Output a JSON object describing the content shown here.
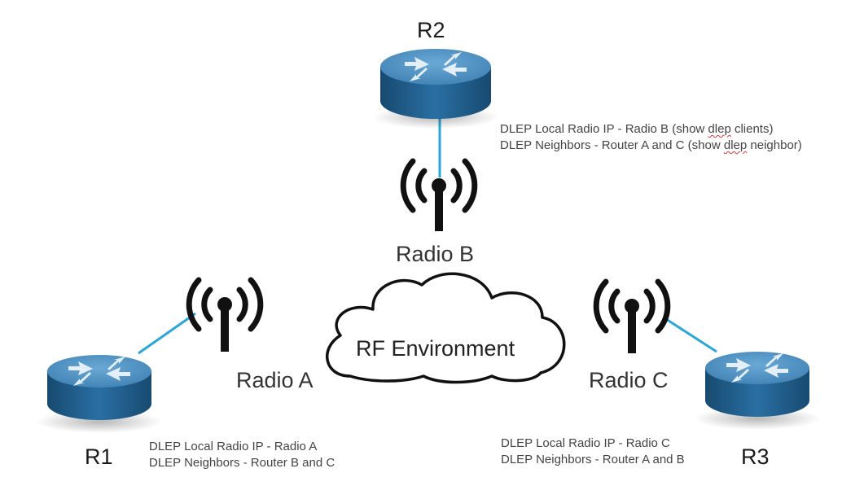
{
  "colors": {
    "link": "#2aa7d8",
    "router_top": "#4d8fc0",
    "router_side": "#1f5f8f",
    "antenna": "#111111",
    "cloud_stroke": "#111111"
  },
  "routers": [
    {
      "id": "r2",
      "label": "R2",
      "icon": "router-icon"
    },
    {
      "id": "r1",
      "label": "R1",
      "icon": "router-icon"
    },
    {
      "id": "r3",
      "label": "R3",
      "icon": "router-icon"
    }
  ],
  "radios": [
    {
      "id": "radio-b",
      "label": "Radio B",
      "icon": "antenna-icon"
    },
    {
      "id": "radio-a",
      "label": "Radio A",
      "icon": "antenna-icon"
    },
    {
      "id": "radio-c",
      "label": "Radio C",
      "icon": "antenna-icon"
    }
  ],
  "cloud": {
    "label": "RF Environment",
    "icon": "cloud-icon"
  },
  "notes": {
    "r2": {
      "line1_prefix": "DLEP Local Radio IP - Radio B (show ",
      "line1_flag": "dlep",
      "line1_suffix": " clients)",
      "line2_prefix": "DLEP Neighbors - Router A and C (show ",
      "line2_flag": "dlep",
      "line2_suffix": " neighbor)"
    },
    "r1": {
      "line1": "DLEP Local Radio IP - Radio A",
      "line2": "DLEP Neighbors - Router B and C"
    },
    "r3": {
      "line1": "DLEP Local Radio IP - Radio C",
      "line2": "DLEP Neighbors - Router A and B"
    }
  }
}
